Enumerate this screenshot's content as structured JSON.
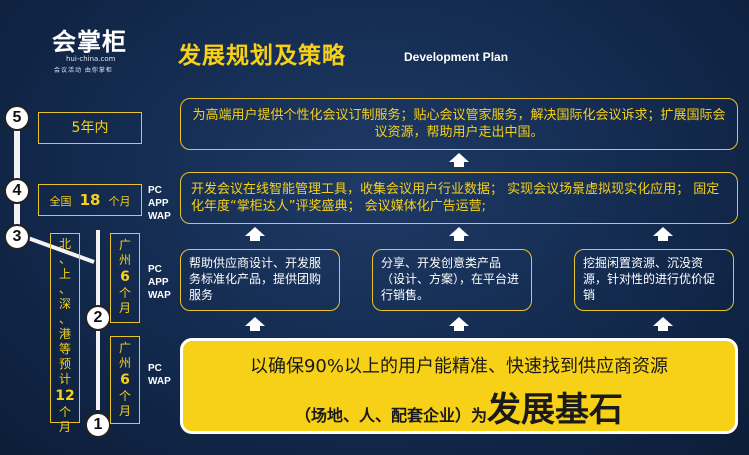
{
  "logo": {
    "main": "会掌柜",
    "url": "hui-china.com",
    "slogan": "会议活动 由你掌柜"
  },
  "title": {
    "cn": "发展规划及策略",
    "en": "Development Plan"
  },
  "stages": {
    "s5": "5",
    "s4": "4",
    "s3": "3",
    "s2": "2",
    "s1": "1"
  },
  "periods": {
    "p5": "5年内",
    "p4_prefix": "全国",
    "p4_num": "18",
    "p4_unit": "个月",
    "p3_cities": [
      "北",
      "、",
      "上",
      "、",
      "深",
      "、",
      "港",
      "等",
      "预",
      "计"
    ],
    "p3_num": "12",
    "p3_unit": [
      "个",
      "月"
    ],
    "p2_city": [
      "广",
      "州"
    ],
    "p2_num": "6",
    "p2_unit": [
      "个",
      "月"
    ],
    "p1_city": [
      "广",
      "州"
    ],
    "p1_num": "6",
    "p1_unit": [
      "个",
      "月"
    ]
  },
  "platforms": {
    "row4": [
      "PC",
      "APP",
      "WAP"
    ],
    "row2": [
      "PC",
      "APP",
      "WAP"
    ],
    "row1": [
      "PC",
      "WAP"
    ]
  },
  "goals": {
    "stage5": "为高端用户提供个性化会议订制服务；贴心会议管家服务，解决国际化会议诉求；扩展国际会议资源，帮助用户走出中国。",
    "stage4": "开发会议在线智能管理工具，收集会议用户行业数据； 实现会议场景虚拟现实化应用； 固定化年度“掌柜达人”评奖盛典； 会议媒体化广告运营;",
    "stage2a": "帮助供应商设计、开发服务标准化产品，提供团购服务",
    "stage2b": "分享、开发创意类产品（设计、方案），在平台进行销售。",
    "stage2c": "挖掘闲置资源、沉没资源，针对性的进行优价促销",
    "base_line1": "以确保90%以上的用户能精准、快速找到供应商资源",
    "base_line2a": "（场地、人、配套企业）为",
    "base_line2b": "发展基石"
  },
  "colors": {
    "accent": "#f7d117",
    "border": "#e9c32a",
    "background": "#132a4e"
  }
}
